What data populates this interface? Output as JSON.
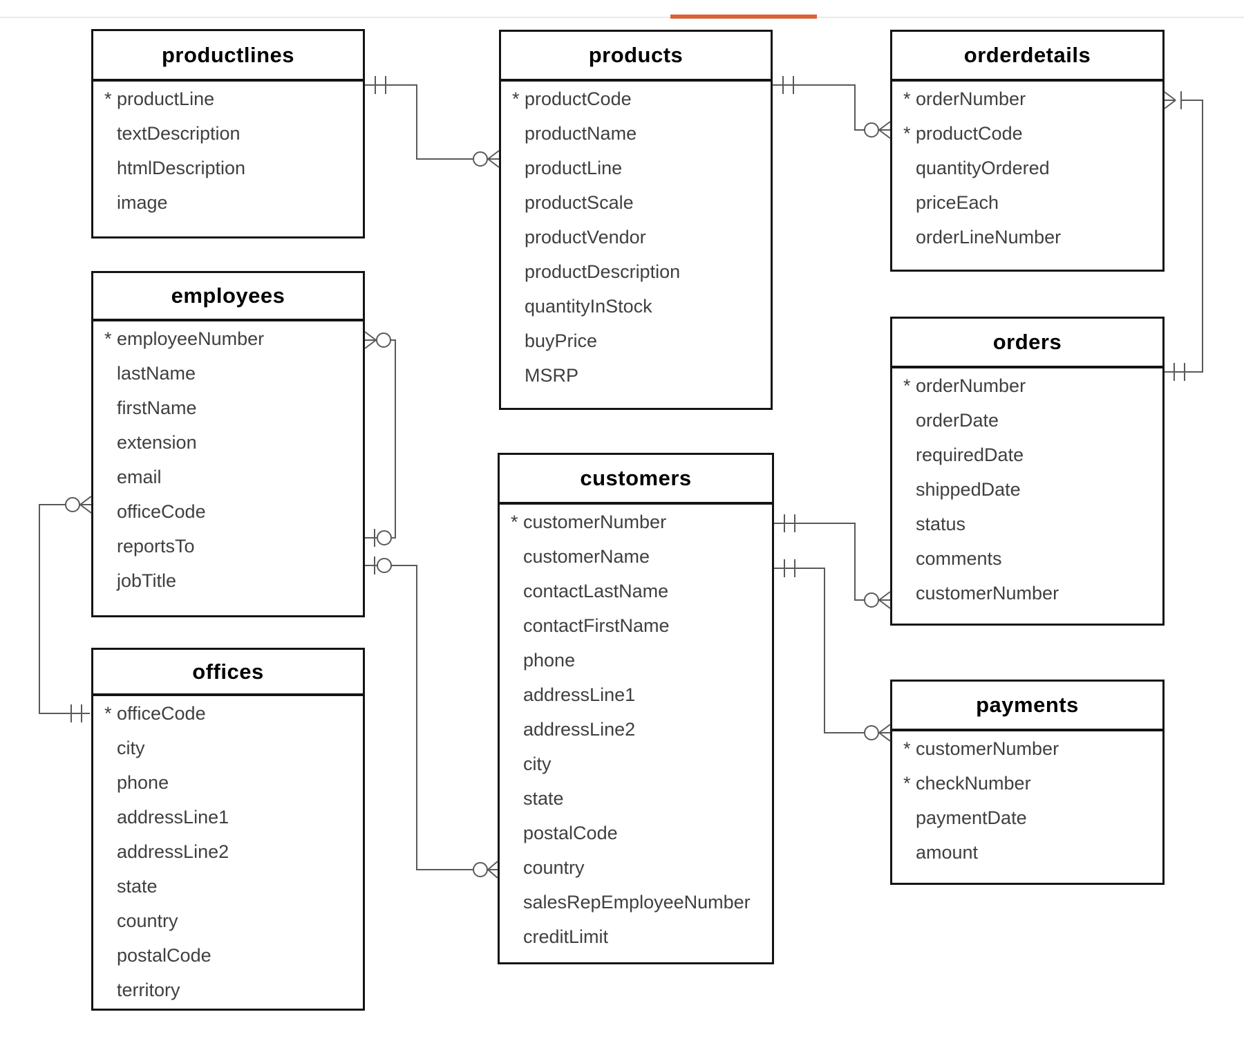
{
  "page": {
    "top_divider_color": "#e8ebee",
    "accent_bar_color": "#db6236"
  },
  "diagram": {
    "pk_marker": "*",
    "tables": [
      {
        "id": "productlines",
        "title": "productlines",
        "fields": [
          {
            "name": "productLine",
            "pk": true
          },
          {
            "name": "textDescription",
            "pk": false
          },
          {
            "name": "htmlDescription",
            "pk": false
          },
          {
            "name": "image",
            "pk": false
          }
        ]
      },
      {
        "id": "products",
        "title": "products",
        "fields": [
          {
            "name": "productCode",
            "pk": true
          },
          {
            "name": "productName",
            "pk": false
          },
          {
            "name": "productLine",
            "pk": false
          },
          {
            "name": "productScale",
            "pk": false
          },
          {
            "name": "productVendor",
            "pk": false
          },
          {
            "name": "productDescription",
            "pk": false
          },
          {
            "name": "quantityInStock",
            "pk": false
          },
          {
            "name": "buyPrice",
            "pk": false
          },
          {
            "name": "MSRP",
            "pk": false
          }
        ]
      },
      {
        "id": "orderdetails",
        "title": "orderdetails",
        "fields": [
          {
            "name": "orderNumber",
            "pk": true
          },
          {
            "name": "productCode",
            "pk": true
          },
          {
            "name": "quantityOrdered",
            "pk": false
          },
          {
            "name": "priceEach",
            "pk": false
          },
          {
            "name": "orderLineNumber",
            "pk": false
          }
        ]
      },
      {
        "id": "employees",
        "title": "employees",
        "fields": [
          {
            "name": "employeeNumber",
            "pk": true
          },
          {
            "name": "lastName",
            "pk": false
          },
          {
            "name": "firstName",
            "pk": false
          },
          {
            "name": "extension",
            "pk": false
          },
          {
            "name": "email",
            "pk": false
          },
          {
            "name": "officeCode",
            "pk": false
          },
          {
            "name": "reportsTo",
            "pk": false
          },
          {
            "name": "jobTitle",
            "pk": false
          }
        ]
      },
      {
        "id": "orders",
        "title": "orders",
        "fields": [
          {
            "name": "orderNumber",
            "pk": true
          },
          {
            "name": "orderDate",
            "pk": false
          },
          {
            "name": "requiredDate",
            "pk": false
          },
          {
            "name": "shippedDate",
            "pk": false
          },
          {
            "name": "status",
            "pk": false
          },
          {
            "name": "comments",
            "pk": false
          },
          {
            "name": "customerNumber",
            "pk": false
          }
        ]
      },
      {
        "id": "customers",
        "title": "customers",
        "fields": [
          {
            "name": "customerNumber",
            "pk": true
          },
          {
            "name": "customerName",
            "pk": false
          },
          {
            "name": "contactLastName",
            "pk": false
          },
          {
            "name": "contactFirstName",
            "pk": false
          },
          {
            "name": "phone",
            "pk": false
          },
          {
            "name": "addressLine1",
            "pk": false
          },
          {
            "name": "addressLine2",
            "pk": false
          },
          {
            "name": "city",
            "pk": false
          },
          {
            "name": "state",
            "pk": false
          },
          {
            "name": "postalCode",
            "pk": false
          },
          {
            "name": "country",
            "pk": false
          },
          {
            "name": "salesRepEmployeeNumber",
            "pk": false
          },
          {
            "name": "creditLimit",
            "pk": false
          }
        ]
      },
      {
        "id": "offices",
        "title": "offices",
        "fields": [
          {
            "name": "officeCode",
            "pk": true
          },
          {
            "name": "city",
            "pk": false
          },
          {
            "name": "phone",
            "pk": false
          },
          {
            "name": "addressLine1",
            "pk": false
          },
          {
            "name": "addressLine2",
            "pk": false
          },
          {
            "name": "state",
            "pk": false
          },
          {
            "name": "country",
            "pk": false
          },
          {
            "name": "postalCode",
            "pk": false
          },
          {
            "name": "territory",
            "pk": false
          }
        ]
      },
      {
        "id": "payments",
        "title": "payments",
        "fields": [
          {
            "name": "customerNumber",
            "pk": true
          },
          {
            "name": "checkNumber",
            "pk": true
          },
          {
            "name": "paymentDate",
            "pk": false
          },
          {
            "name": "amount",
            "pk": false
          }
        ]
      }
    ],
    "relationships": [
      {
        "id": "productlines-products",
        "from": "productlines",
        "to": "products",
        "from_cardinality": "one-and-only-one",
        "to_cardinality": "zero-or-many"
      },
      {
        "id": "products-orderdetails",
        "from": "products",
        "to": "orderdetails",
        "from_cardinality": "one-and-only-one",
        "to_cardinality": "zero-or-many"
      },
      {
        "id": "orders-orderdetails",
        "from": "orders",
        "to": "orderdetails",
        "from_cardinality": "one-and-only-one",
        "to_cardinality": "one-or-many"
      },
      {
        "id": "customers-orders",
        "from": "customers",
        "to": "orders",
        "from_cardinality": "one-and-only-one",
        "to_cardinality": "zero-or-many"
      },
      {
        "id": "customers-payments",
        "from": "customers",
        "to": "payments",
        "from_cardinality": "one-and-only-one",
        "to_cardinality": "zero-or-many"
      },
      {
        "id": "offices-employees",
        "from": "offices",
        "to": "employees",
        "from_cardinality": "one-and-only-one",
        "to_cardinality": "zero-or-many"
      },
      {
        "id": "employees-employees",
        "from": "employees",
        "to": "employees",
        "from_cardinality": "zero-or-one",
        "to_cardinality": "zero-or-many"
      },
      {
        "id": "employees-customers",
        "from": "employees",
        "to": "customers",
        "from_cardinality": "zero-or-one",
        "to_cardinality": "zero-or-many"
      }
    ]
  }
}
